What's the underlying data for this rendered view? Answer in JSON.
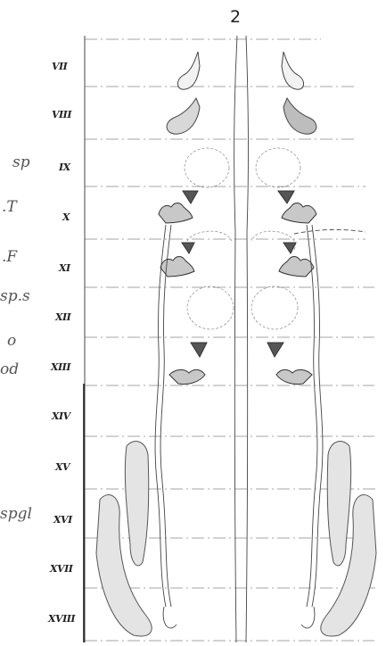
{
  "figure": {
    "number": "2",
    "segment_labels": [
      "VII",
      "VIII",
      "IX",
      "X",
      "XI",
      "XII",
      "XIII",
      "XIV",
      "XV",
      "XVI",
      "XVII",
      "XVIII"
    ],
    "organ_labels": [
      "sp",
      ".T",
      ".F",
      "sp.s",
      "o",
      "od",
      "spgl"
    ],
    "colors": {
      "ink": "#333333",
      "stipple": "#9a9a9a",
      "fill": "#d0d0d0",
      "background": "#ffffff"
    }
  }
}
